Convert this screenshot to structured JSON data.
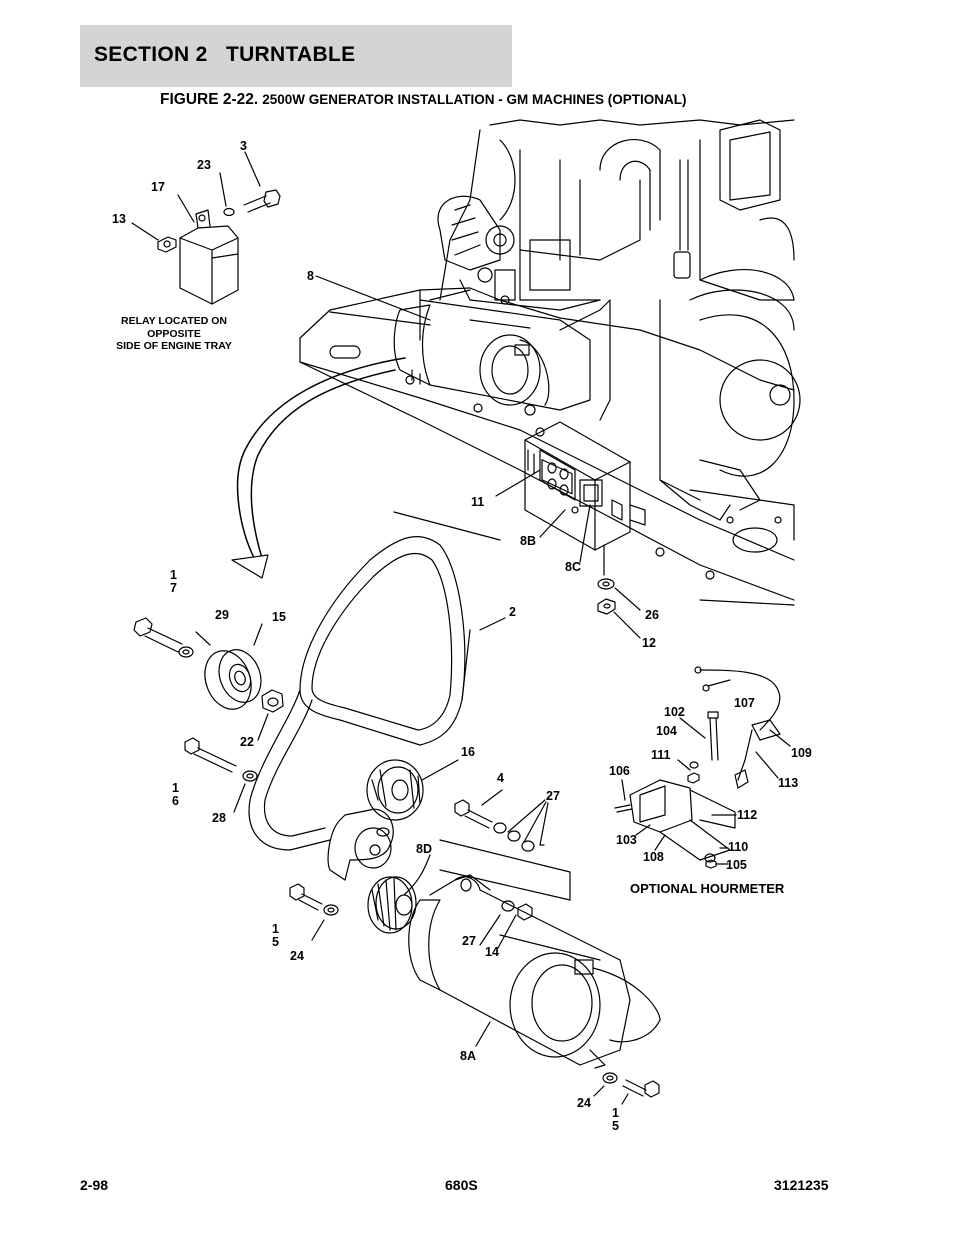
{
  "header": {
    "section": "SECTION 2",
    "title": "TURNTABLE"
  },
  "figure": {
    "number": "FIGURE 2-22.",
    "title": "2500W GENERATOR INSTALLATION - GM MACHINES (OPTIONAL)"
  },
  "notes": {
    "relay": [
      "RELAY LOCATED ON",
      "OPPOSITE",
      "SIDE OF ENGINE TRAY"
    ],
    "hourmeter": "OPTIONAL HOURMETER"
  },
  "callouts": [
    {
      "id": "c3",
      "text": "3"
    },
    {
      "id": "c23",
      "text": "23"
    },
    {
      "id": "c17top",
      "text": "17"
    },
    {
      "id": "c13",
      "text": "13"
    },
    {
      "id": "c8",
      "text": "8"
    },
    {
      "id": "c11",
      "text": "11"
    },
    {
      "id": "c8B",
      "text": "8B"
    },
    {
      "id": "c8C",
      "text": "8C"
    },
    {
      "id": "c26",
      "text": "26"
    },
    {
      "id": "c12",
      "text": "12"
    },
    {
      "id": "c17",
      "text": "1\n7"
    },
    {
      "id": "c29",
      "text": "29"
    },
    {
      "id": "c15",
      "text": "15"
    },
    {
      "id": "c2",
      "text": "2"
    },
    {
      "id": "c22",
      "text": "22"
    },
    {
      "id": "c16",
      "text": "16"
    },
    {
      "id": "c16b",
      "text": "1\n6"
    },
    {
      "id": "c28",
      "text": "28"
    },
    {
      "id": "c4",
      "text": "4"
    },
    {
      "id": "c27",
      "text": "27"
    },
    {
      "id": "c8D",
      "text": "8D"
    },
    {
      "id": "c15b",
      "text": "1\n5"
    },
    {
      "id": "c24",
      "text": "24"
    },
    {
      "id": "c27b",
      "text": "27"
    },
    {
      "id": "c14",
      "text": "14"
    },
    {
      "id": "c8A",
      "text": "8A"
    },
    {
      "id": "c24b",
      "text": "24"
    },
    {
      "id": "c15c",
      "text": "1\n5"
    },
    {
      "id": "c102",
      "text": "102"
    },
    {
      "id": "c107",
      "text": "107"
    },
    {
      "id": "c104",
      "text": "104"
    },
    {
      "id": "c109",
      "text": "109"
    },
    {
      "id": "c111",
      "text": "111"
    },
    {
      "id": "c106",
      "text": "106"
    },
    {
      "id": "c113",
      "text": "113"
    },
    {
      "id": "c112",
      "text": "112"
    },
    {
      "id": "c103",
      "text": "103"
    },
    {
      "id": "c110",
      "text": "110"
    },
    {
      "id": "c108",
      "text": "108"
    },
    {
      "id": "c105",
      "text": "105"
    }
  ],
  "footer": {
    "page": "2-98",
    "model": "680S",
    "doc": "3121235"
  }
}
